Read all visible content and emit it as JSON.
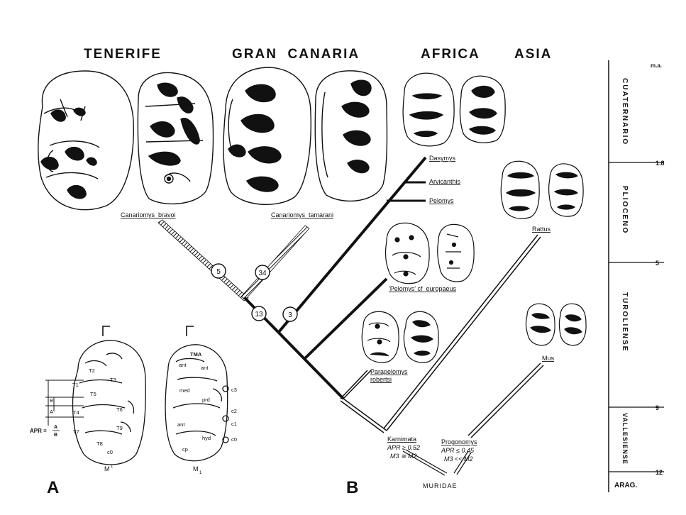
{
  "regions": {
    "tenerife": "TENERIFE",
    "gran_canaria": "GRAN  CANARIA",
    "africa": "AFRICA",
    "asia": "ASIA"
  },
  "taxa": {
    "canariomys_bravoi": "Canariomys  bravoi",
    "canariomys_tamarani": "Canariomys  tamarani",
    "dasymys": "Dasymys",
    "arvicanthis": "Arvicanthis",
    "pelomys": "Pelomys",
    "rattus": "Rattus",
    "pelomys_europaeus": "'Pelomys' cf  europaeus",
    "parapelomys": "Parapelomys",
    "parapelomys_species": "robertsi",
    "mus": "Mus",
    "karnimata": "Karnimata",
    "karnimata_apr": "APR ≥ 0.52",
    "karnimata_m3": "M3 ≅ M2",
    "progonomys": "Progonomys",
    "progonomys_apr": "APR ≤ 0.45",
    "progonomys_m3": "M3 << M2",
    "muridae": "MURIDAE"
  },
  "node_numbers": {
    "n5": "5",
    "n34": "34",
    "n13": "13",
    "n3": "3"
  },
  "timescale": {
    "unit": "m.a.",
    "ticks": [
      "1.8",
      "5",
      "9",
      "12"
    ],
    "periods": [
      "CUATERNARIO",
      "PLIOCENO",
      "TUROLIENSE",
      "VALLESIENSE",
      "ARAG."
    ]
  },
  "panels": {
    "a": "A",
    "b": "B",
    "m_upper": "M",
    "m_upper_sup": "1",
    "m_lower": "M",
    "m_lower_sub": "1"
  },
  "molar_a": {
    "t2": "T2",
    "t1": "T1",
    "t3": "T3",
    "t5": "T5",
    "t4": "T4",
    "t6": "T6",
    "t7": "T7",
    "t9": "T9",
    "t8": "T8",
    "c0": "c0",
    "b": "B",
    "a": "A",
    "apr_label": "APR =",
    "apr_num": "A",
    "apr_den": "B"
  },
  "molar_m": {
    "tma": "TMA",
    "ant_left": "ant",
    "ant_right": "ant",
    "med": "med",
    "prd": "prd",
    "ant_low": "ant",
    "hyd": "hyd",
    "cp": "cp",
    "c3": "c3",
    "c2": "c2",
    "c1": "c1",
    "c0": "c0"
  }
}
